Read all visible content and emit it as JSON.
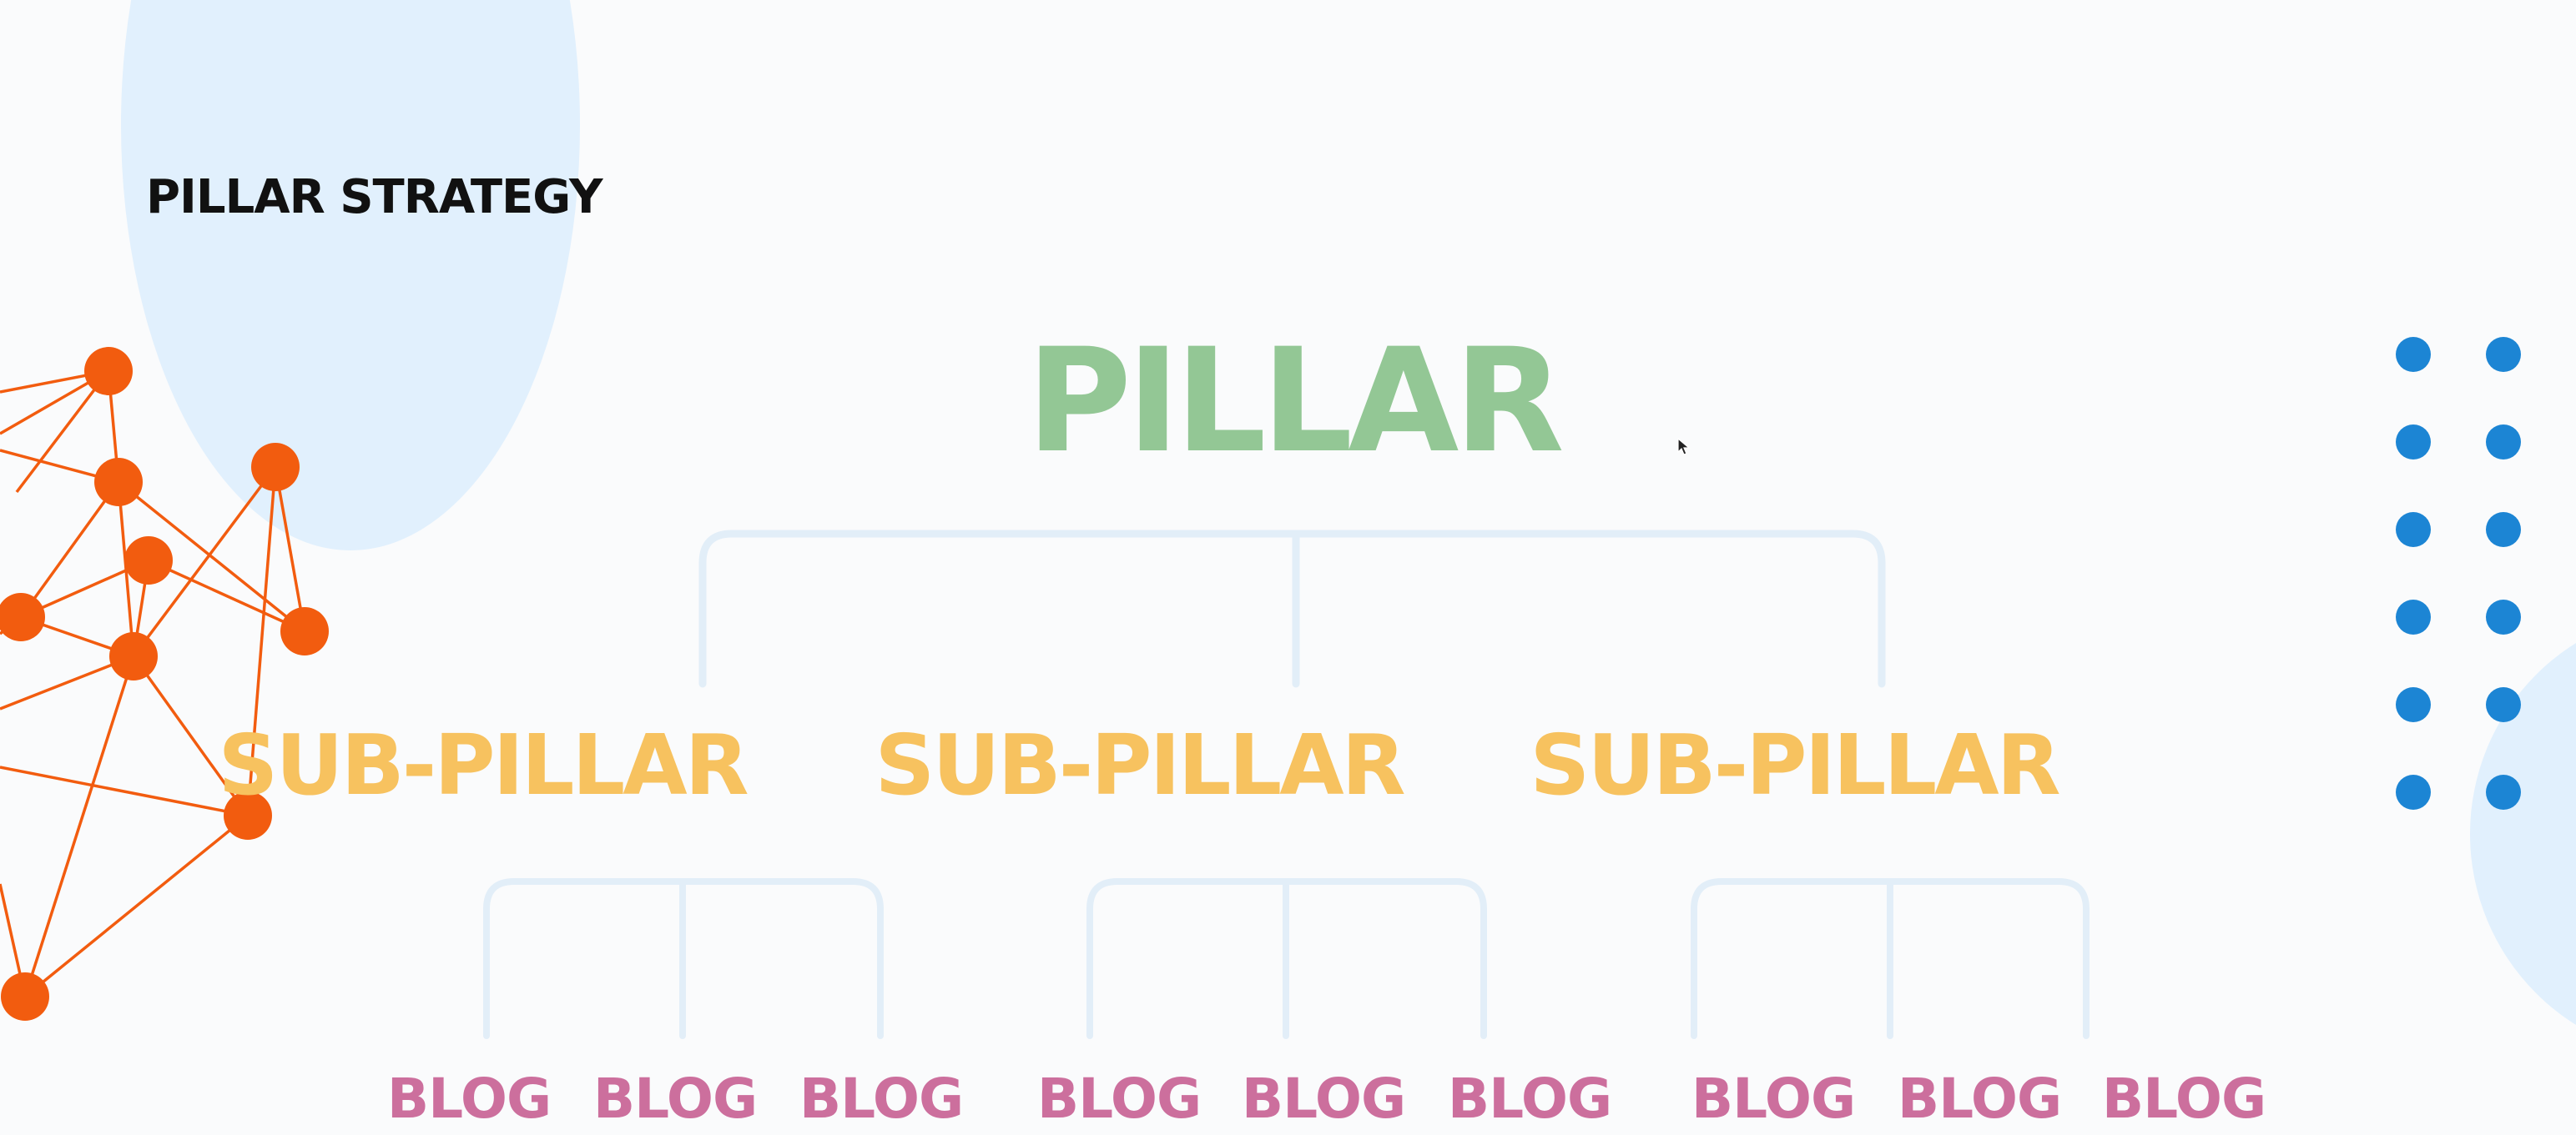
{
  "heading": "PILLAR STRATEGY",
  "pillar": {
    "label": "PILLAR"
  },
  "sub_pillars": [
    {
      "label": "SUB-PILLAR"
    },
    {
      "label": "SUB-PILLAR"
    },
    {
      "label": "SUB-PILLAR"
    }
  ],
  "blogs": [
    [
      "BLOG",
      "BLOG",
      "BLOG"
    ],
    [
      "BLOG",
      "BLOG",
      "BLOG"
    ],
    [
      "BLOG",
      "BLOG",
      "BLOG"
    ]
  ],
  "colors": {
    "pillar": "#93c795",
    "sub_pillar": "#f7c25f",
    "blog": "#cc6f9d",
    "connector": "#e2eef8",
    "network": "#f25c0f",
    "dots": "#1c85d4",
    "bg_circle": "#e1f0fd",
    "heading": "#111111"
  },
  "icons": {
    "network": "network-graph-decoration",
    "dots": "dot-grid-decoration",
    "cursor": "mouse-pointer-icon"
  }
}
